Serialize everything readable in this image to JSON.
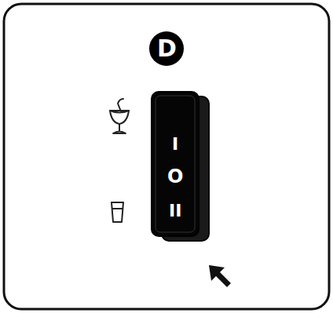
{
  "diagram": {
    "nodes": [
      {
        "text": [
          "D"
        ]
      },
      {
        "text": [
          "I",
          "O",
          "II"
        ]
      }
    ]
  }
}
